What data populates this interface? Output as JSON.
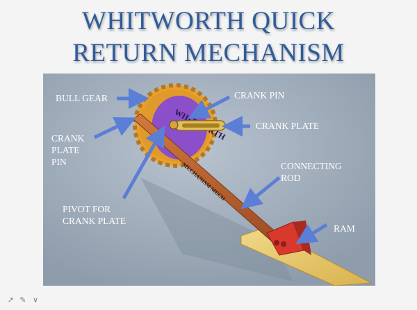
{
  "slide": {
    "title_line_1": "WHITWORTH QUICK",
    "title_line_2": "RETURN MECHANISM"
  },
  "diagram": {
    "engraving_gear": "WHITWORTH",
    "engraving_rod": "MECHANISM MECH",
    "labels": {
      "bull_gear": "BULL GEAR",
      "crank_pin": "CRANK PIN",
      "crank_plate": "CRANK PLATE",
      "crank_plate_pin_1": "CRANK",
      "crank_plate_pin_2": "PLATE",
      "crank_plate_pin_3": "PIN",
      "connecting_rod_1": "CONNECTING",
      "connecting_rod_2": "ROD",
      "pivot_1": "PIVOT FOR",
      "pivot_2": "CRANK PLATE",
      "ram": "RAM"
    }
  },
  "colors": {
    "title": "#2f5c9a",
    "diagram_bg": "#a9b5c2",
    "arrow": "#5b7fd6",
    "gear": "#e09a2a",
    "gear_face": "#8a4fc9",
    "rod": "#b85f2d",
    "ram": "#d8392c",
    "base": "#e7c769"
  },
  "toolbar": {
    "icons": [
      "pointer-icon",
      "pen-icon",
      "menu-icon"
    ]
  }
}
